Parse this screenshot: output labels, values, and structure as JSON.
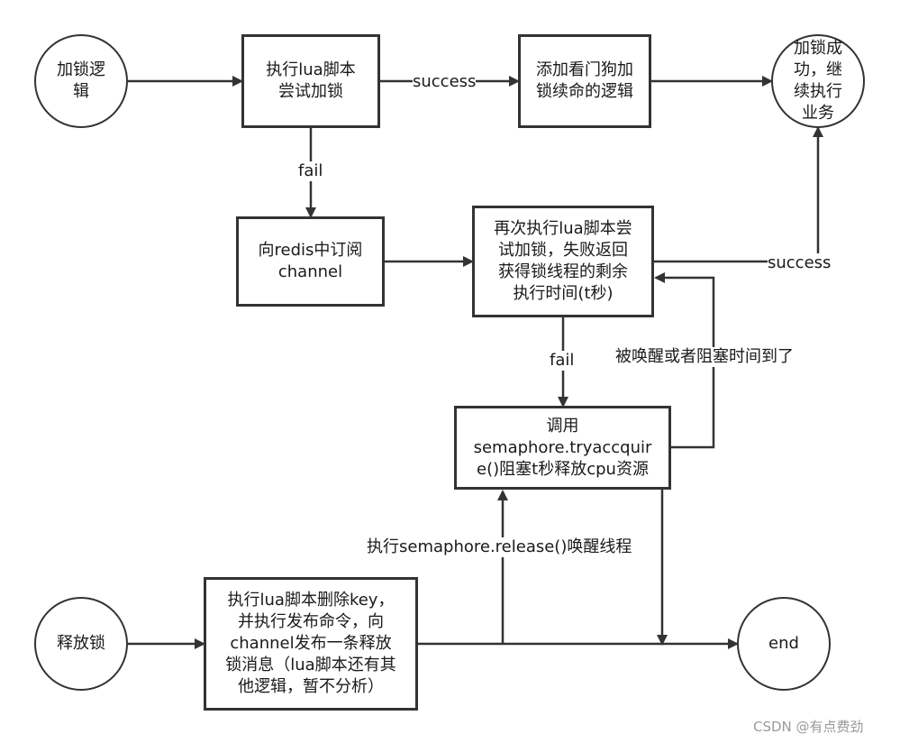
{
  "nodes": {
    "lock_start": "加锁逻\n辑",
    "exec_lua_try": "执行lua脚本\n尝试加锁",
    "watchdog": "添加看门狗加\n锁续命的逻辑",
    "lock_success": "加锁成\n功，继\n续执行\n业务",
    "subscribe": "向redis中订阅\nchannel",
    "retry_lua": "再次执行lua脚本尝\n试加锁，失败返回\n获得锁线程的剩余\n执行时间(t秒)",
    "semaphore": "调用\nsemaphore.tryaccquir\ne()阻塞t秒释放cpu资源",
    "release_start": "释放锁",
    "release_lua": "执行lua脚本删除key，\n并执行发布命令，向\nchannel发布一条释放\n锁消息（lua脚本还有其\n他逻辑，暂不分析）",
    "end": "end"
  },
  "edge_labels": {
    "success_top": "success",
    "fail_top": "fail",
    "success_right": "success",
    "fail_mid": "fail",
    "woken": "被唤醒或者阻塞时间到了",
    "release_call": "执行semaphore.release()唤醒线程"
  },
  "watermark": "CSDN @有点费劲"
}
